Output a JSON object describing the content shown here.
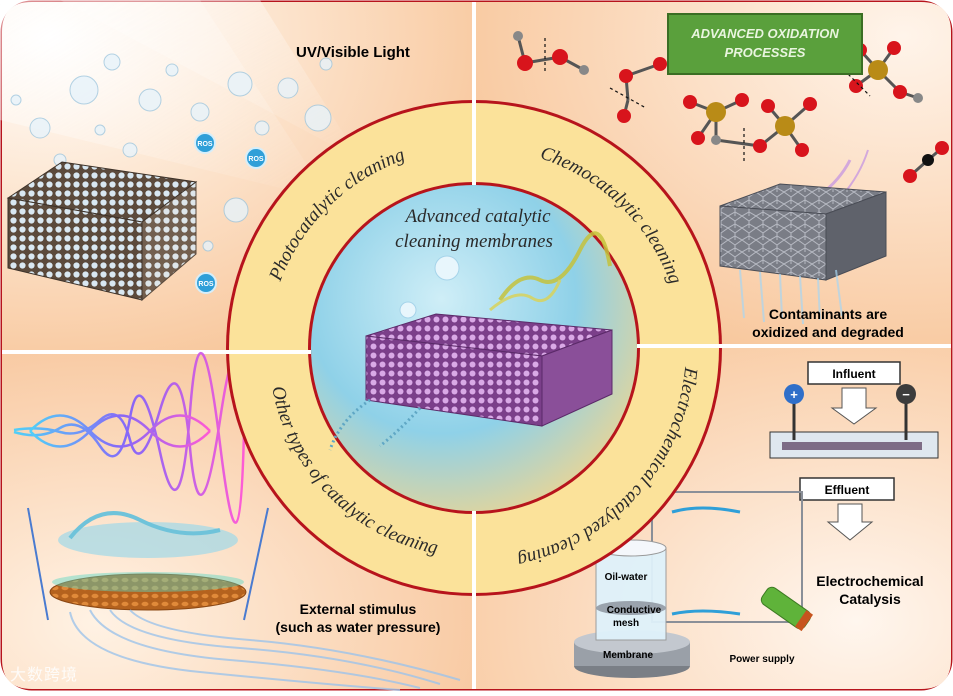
{
  "center": {
    "title_line1": "Advanced catalytic",
    "title_line2": "cleaning membranes"
  },
  "ring": {
    "photocatalytic": "Photocatalytic cleaning",
    "chemocatalytic": "Chemocatalytic cleaning",
    "electrochemical": "Electrochemical catalyzed cleaning",
    "other": "Other types of catalytic cleaning"
  },
  "top_left": {
    "light_label": "UV/Visible Light",
    "ros_label": "ROS"
  },
  "top_right": {
    "aop_line1": "ADVANCED OXIDATION",
    "aop_line2": "PROCESSES",
    "caption_line1": "Contaminants are",
    "caption_line2": "oxidized and degraded"
  },
  "bottom_left": {
    "caption_line1": "External stimulus",
    "caption_line2": "(such as water pressure)"
  },
  "bottom_right": {
    "influent": "Influent",
    "effluent": "Effluent",
    "plus": "+",
    "minus": "−",
    "oil_water": "Oil-water",
    "conductive_line1": "Conductive",
    "conductive_line2": "mesh",
    "membrane": "Membrane",
    "power_supply": "Power supply",
    "electro_line1": "Electrochemical",
    "electro_line2": "Catalysis"
  },
  "watermark": "大数跨境",
  "colors": {
    "frame": "#b7141c",
    "ring_fill": "#fbe29a",
    "quadrant_bg": "#fde7d2",
    "center_blue": "#8fd1e8",
    "aop_box": "#5aa03c"
  }
}
